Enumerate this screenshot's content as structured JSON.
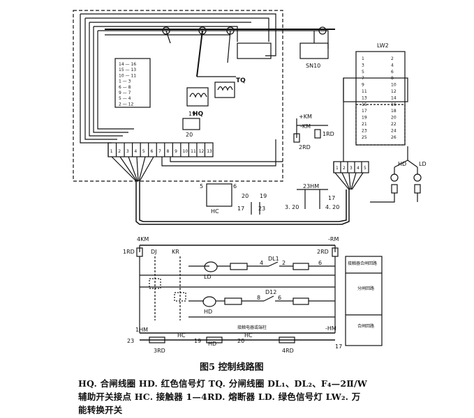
{
  "figure": {
    "title": "图5    控制线路图",
    "legend_lines": [
      "HQ. 合闸线圈      HD. 红色信号灯      TQ. 分闸线圈      DL₁、DL₂、F₄—2Ⅱ/W",
      "辅助开关接点      HC. 接触器      1—4RD. 熔断器      LD. 绿色信号灯   LW₂. 万",
      "能转换开关"
    ]
  },
  "labels": {
    "sn10": "SN10",
    "lw2": "LW2",
    "hq": "HQ",
    "tq": "TQ",
    "hc": "HC",
    "hd": "HD",
    "ld": "LD",
    "plus_km": "+KM",
    "minus_km": "-KM",
    "rd1": "1RD",
    "rd2": "2RD",
    "hm23": "23HM",
    "n17": "17",
    "n320": "3. 20",
    "n420": "4. 20",
    "n19": "19",
    "n20": "20",
    "n20b": "20",
    "n19b": "19",
    "n23": "23",
    "n17b": "17",
    "n5": "5",
    "n6": "6",
    "km4": "4KM",
    "rm_minus": "-RM",
    "rd1b": "1RD",
    "rd2b": "2RD",
    "dj": "DJ",
    "kr": "KR",
    "dl1": "DL1",
    "dl2": "D12",
    "ld2": "LD",
    "hd2": "HD",
    "hm1": "1HM",
    "hm_minus": "-HM",
    "n23b": "23",
    "n17c": "17",
    "rd3": "3RD",
    "rd4": "4RD",
    "hc2": "HC",
    "hc3": "HC",
    "n19c": "19",
    "n20c": "20",
    "hd3": "HD",
    "bottom_note": "接触电器或端柱",
    "box_title": "接触器合闸回路",
    "box_mid": "分闸回路",
    "box_low": "合闸回路",
    "n4": "4",
    "n6b": "6",
    "n8": "8",
    "n6c": "6",
    "n2": "2"
  },
  "lw2_rows_left": [
    "1",
    "3",
    "5",
    "7",
    "9",
    "11",
    "13",
    "15",
    "17",
    "19",
    "21",
    "23",
    "25"
  ],
  "lw2_rows_right": [
    "2",
    "4",
    "6",
    "8",
    "10",
    "12",
    "14",
    "16",
    "18",
    "20",
    "22",
    "24",
    "26"
  ],
  "aux_rows": [
    "14 — 16",
    "15 — 13",
    "10 — 11",
    "1 — 3",
    "6 — 8",
    "9 — 7",
    "5 — 4",
    "2 — 12"
  ],
  "terminal_strip": [
    "1",
    "2",
    "3",
    "4",
    "5",
    "6",
    "7",
    "8",
    "9",
    "10",
    "11",
    "12",
    "13"
  ],
  "terminal_strip_small": [
    "1",
    "2",
    "3",
    "4",
    "5"
  ]
}
